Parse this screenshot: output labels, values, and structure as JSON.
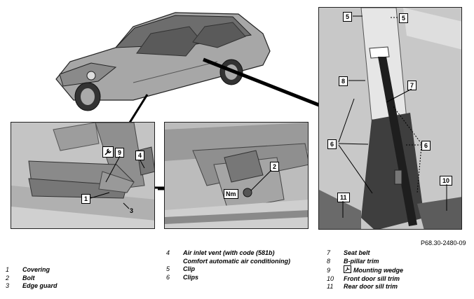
{
  "figure_ref": "P68.30-2480-09",
  "callouts": {
    "c1": "1",
    "c2": "2",
    "c3": "3",
    "c4": "4",
    "c5a": "5",
    "c5b": "5",
    "c6a": "6",
    "c6b": "6",
    "c7": "7",
    "c8": "8",
    "c9": "9",
    "c10": "10",
    "c11": "11",
    "nm": "Nm"
  },
  "legend": {
    "col1": [
      {
        "num": "1",
        "text": "Covering"
      },
      {
        "num": "2",
        "text": "Bolt"
      },
      {
        "num": "3",
        "text": "Edge guard"
      }
    ],
    "col2_item4": {
      "num": "4",
      "line1": "Air inlet vent (with code (581b)",
      "line2": "Comfort automatic air conditioning)"
    },
    "col2": [
      {
        "num": "5",
        "text": "Clip"
      },
      {
        "num": "6",
        "text": "Clips"
      }
    ],
    "col3": [
      {
        "num": "7",
        "text": "Seat belt"
      },
      {
        "num": "8",
        "text": "B-pillar trim"
      },
      {
        "num": "9",
        "text": "Mounting wedge"
      },
      {
        "num": "10",
        "text": "Front door sill trim"
      },
      {
        "num": "11",
        "text": "Rear door sill trim"
      }
    ]
  }
}
